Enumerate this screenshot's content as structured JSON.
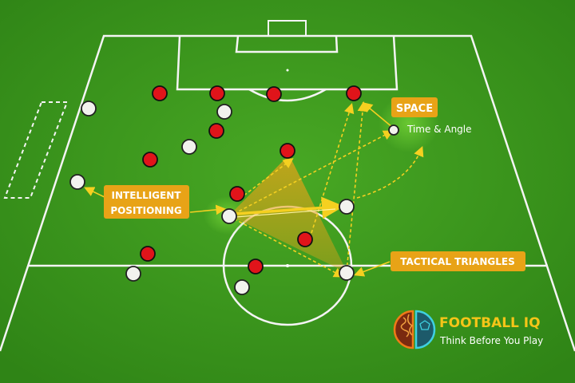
{
  "labels": {
    "space": "SPACE",
    "time_angle": "Time & Angle",
    "intelligent_line1": "INTELLIGENT",
    "intelligent_line2": "POSITIONING",
    "tactical_triangles": "TACTICAL TRIANGLES"
  },
  "brand": {
    "name": "FOOTBALL IQ",
    "tagline": "Think Before You Play"
  },
  "colors": {
    "pitch": "#3f9c1d",
    "label_bg": "#e8a317",
    "team_red": "#e0141a",
    "team_white": "#f2f2ee",
    "arrow": "#f5d020",
    "brand_text": "#f5c518"
  }
}
